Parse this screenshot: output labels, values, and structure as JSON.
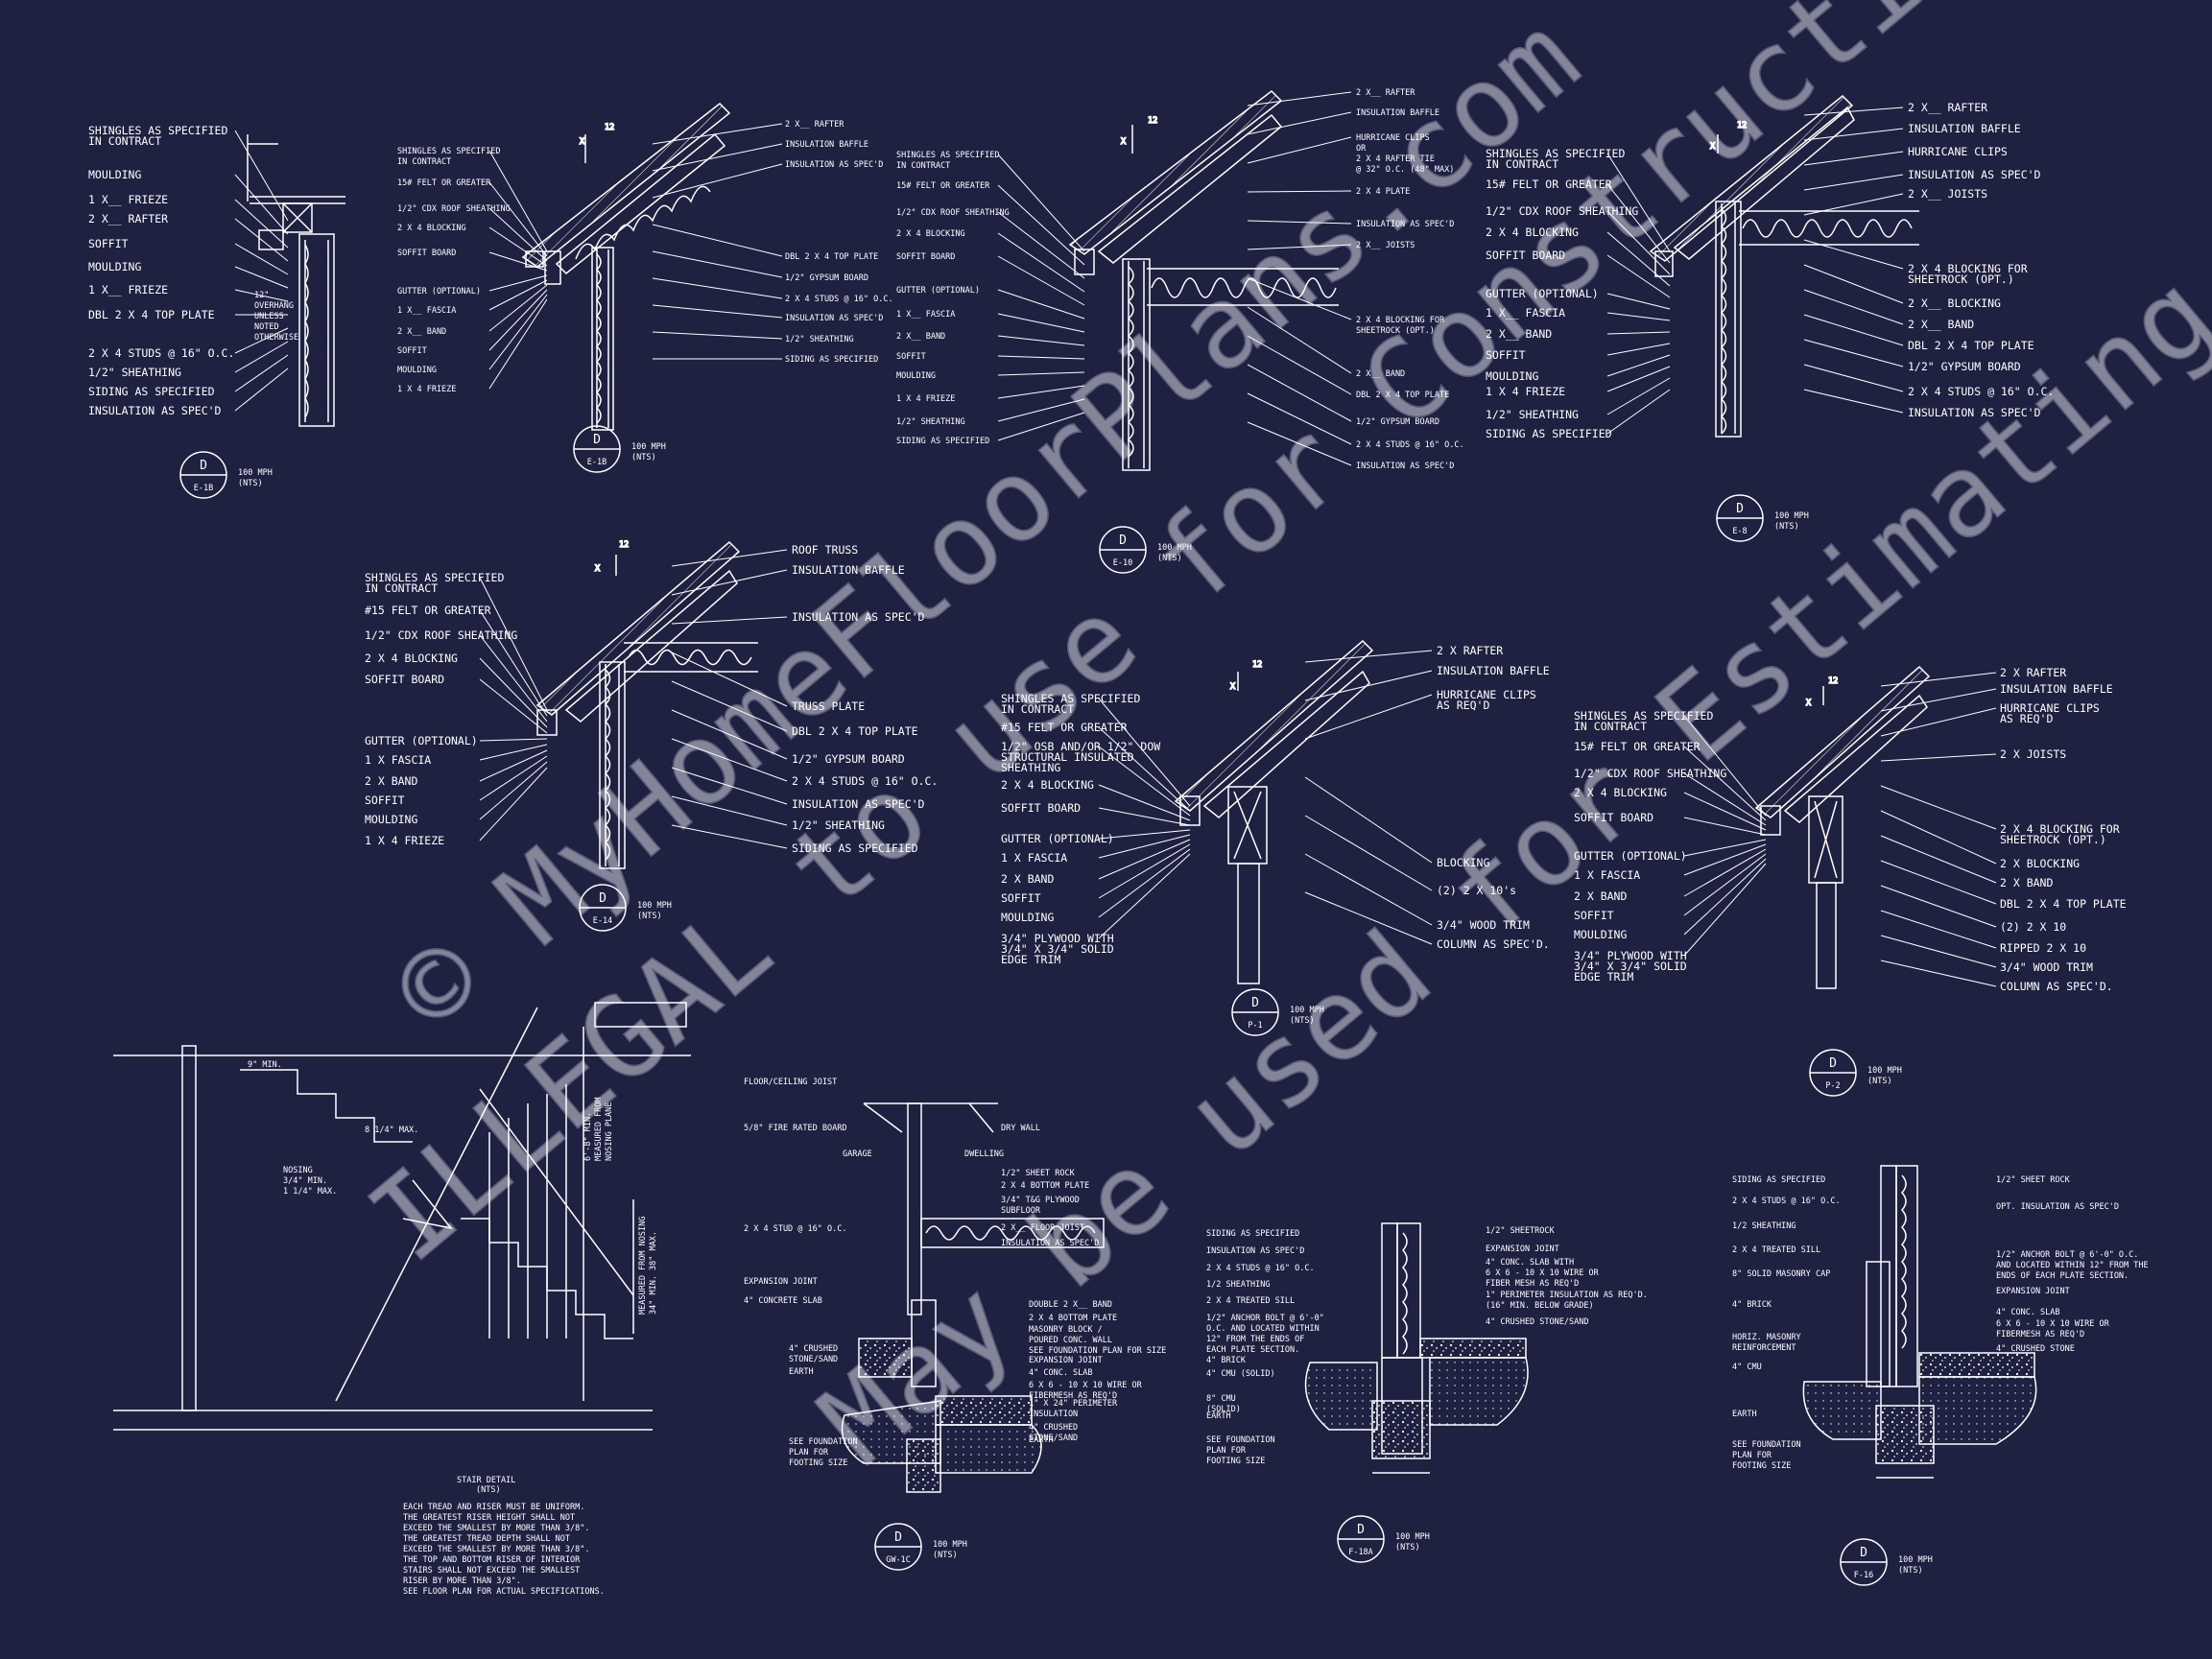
{
  "watermark": {
    "line1": "© MyHomeFloorPlans.com",
    "line2": "ILLEGAL to use for Construction",
    "line3": "May be used for Estimating"
  },
  "details": [
    {
      "id": "E-1B-left",
      "tag_top": "D",
      "tag_bottom": "E-1B",
      "tag_note": "100 MPH\n(NTS)",
      "labels": [
        "SHINGLES AS SPECIFIED\nIN CONTRACT",
        "MOULDING",
        "1 X__ FRIEZE",
        "2 X__ RAFTER",
        "SOFFIT",
        "MOULDING",
        "1 X__ FRIEZE",
        "DBL 2 X 4 TOP PLATE",
        "2 X 4 STUDS @ 16\" O.C.",
        "1/2\" SHEATHING",
        "SIDING AS SPECIFIED",
        "INSULATION AS SPEC'D"
      ],
      "side_note": "12\"\nOVERHANG\nUNLESS\nNOTED\nOTHERWISE"
    },
    {
      "id": "E-1B-right",
      "tag_top": "D",
      "tag_bottom": "E-1B",
      "tag_note": "100 MPH\n(NTS)",
      "left_labels": [
        "SHINGLES AS SPECIFIED\nIN CONTRACT",
        "15# FELT OR GREATER",
        "1/2\" CDX ROOF SHEATHING",
        "2 X 4 BLOCKING",
        "SOFFIT BOARD",
        "GUTTER (OPTIONAL)",
        "1 X__ FASCIA",
        "2 X__ BAND",
        "SOFFIT",
        "MOULDING",
        "1 X 4 FRIEZE"
      ],
      "right_labels": [
        "2 X__ RAFTER",
        "INSULATION BAFFLE",
        "INSULATION AS SPEC'D",
        "DBL 2 X 4 TOP PLATE",
        "1/2\" GYPSUM BOARD",
        "2 X 4 STUDS @ 16\" O.C.",
        "INSULATION AS SPEC'D",
        "1/2\" SHEATHING",
        "SIDING AS SPECIFIED"
      ]
    },
    {
      "id": "E-10",
      "tag_top": "D",
      "tag_bottom": "E-10",
      "tag_note": "100 MPH\n(NTS)",
      "left_labels": [
        "SHINGLES AS SPECIFIED\nIN CONTRACT",
        "15# FELT OR GREATER",
        "1/2\" CDX ROOF SHEATHING",
        "2 X 4 BLOCKING",
        "SOFFIT BOARD",
        "GUTTER (OPTIONAL)",
        "1 X__ FASCIA",
        "2 X__ BAND",
        "SOFFIT",
        "MOULDING",
        "1 X 4 FRIEZE",
        "1/2\" SHEATHING",
        "SIDING AS SPECIFIED"
      ],
      "right_labels": [
        "2 X__ RAFTER",
        "INSULATION BAFFLE",
        "HURRICANE CLIPS\nOR\n2 X 4 RAFTER TIE\n@ 32\" O.C. (48\" MAX)",
        "2 X 4 PLATE",
        "INSULATION AS SPEC'D",
        "2 X__ JOISTS",
        "2 X 4 BLOCKING FOR\nSHEETROCK (OPT.)",
        "2 X__ BAND",
        "DBL 2 X 4 TOP PLATE",
        "1/2\" GYPSUM BOARD",
        "2 X 4 STUDS @ 16\" O.C.",
        "INSULATION AS SPEC'D"
      ]
    },
    {
      "id": "E-8",
      "tag_top": "D",
      "tag_bottom": "E-8",
      "tag_note": "100 MPH\n(NTS)",
      "left_labels": [
        "SHINGLES AS SPECIFIED\nIN CONTRACT",
        "15# FELT OR GREATER",
        "1/2\" CDX ROOF SHEATHING",
        "2 X 4 BLOCKING",
        "SOFFIT BOARD",
        "GUTTER (OPTIONAL)",
        "1 X__ FASCIA",
        "2 X__ BAND",
        "SOFFIT",
        "MOULDING",
        "1 X 4 FRIEZE",
        "1/2\" SHEATHING",
        "SIDING AS SPECIFIED"
      ],
      "right_labels": [
        "2 X__ RAFTER",
        "INSULATION BAFFLE",
        "HURRICANE CLIPS",
        "INSULATION AS SPEC'D",
        "2 X__ JOISTS",
        "2 X 4 BLOCKING FOR\nSHEETROCK (OPT.)",
        "2 X__ BLOCKING",
        "2 X__ BAND",
        "DBL 2 X 4 TOP PLATE",
        "1/2\" GYPSUM BOARD",
        "2 X 4 STUDS @ 16\" O.C.",
        "INSULATION AS SPEC'D"
      ]
    },
    {
      "id": "E-14",
      "tag_top": "D",
      "tag_bottom": "E-14",
      "tag_note": "100 MPH\n(NTS)",
      "left_labels": [
        "SHINGLES AS SPECIFIED\nIN CONTRACT",
        "#15 FELT OR GREATER",
        "1/2\" CDX ROOF SHEATHING",
        "2 X 4 BLOCKING",
        "SOFFIT BOARD",
        "GUTTER (OPTIONAL)",
        "1 X FASCIA",
        "2 X BAND",
        "SOFFIT",
        "MOULDING",
        "1 X 4 FRIEZE"
      ],
      "right_labels": [
        "ROOF TRUSS",
        "INSULATION BAFFLE",
        "INSULATION AS SPEC'D",
        "TRUSS PLATE",
        "DBL 2 X 4 TOP PLATE",
        "1/2\" GYPSUM BOARD",
        "2 X 4 STUDS @ 16\" O.C.",
        "INSULATION AS SPEC'D",
        "1/2\" SHEATHING",
        "SIDING AS SPECIFIED"
      ]
    },
    {
      "id": "P-1",
      "tag_top": "D",
      "tag_bottom": "P-1",
      "tag_note": "100 MPH\n(NTS)",
      "left_labels": [
        "SHINGLES AS SPECIFIED\nIN CONTRACT",
        "#15 FELT OR GREATER",
        "1/2\" OSB AND/OR 1/2\" DOW\nSTRUCTURAL INSULATED\nSHEATHING",
        "2 X 4 BLOCKING",
        "SOFFIT BOARD",
        "GUTTER (OPTIONAL)",
        "1 X FASCIA",
        "2 X BAND",
        "SOFFIT",
        "MOULDING",
        "3/4\" PLYWOOD WITH\n3/4\" X 3/4\" SOLID\nEDGE TRIM"
      ],
      "right_labels": [
        "2 X RAFTER",
        "INSULATION BAFFLE",
        "HURRICANE CLIPS\nAS REQ'D",
        "BLOCKING",
        "(2) 2 X 10's",
        "3/4\" WOOD TRIM",
        "COLUMN AS SPEC'D."
      ]
    },
    {
      "id": "P-2",
      "tag_top": "D",
      "tag_bottom": "P-2",
      "tag_note": "100 MPH\n(NTS)",
      "left_labels": [
        "SHINGLES AS SPECIFIED\nIN CONTRACT",
        "15# FELT OR GREATER",
        "1/2\" CDX ROOF SHEATHING",
        "2 X 4 BLOCKING",
        "SOFFIT BOARD",
        "GUTTER (OPTIONAL)",
        "1 X FASCIA",
        "2 X BAND",
        "SOFFIT",
        "MOULDING",
        "3/4\" PLYWOOD WITH\n3/4\" X 3/4\" SOLID\nEDGE TRIM"
      ],
      "right_labels": [
        "2 X RAFTER",
        "INSULATION BAFFLE",
        "HURRICANE CLIPS\nAS REQ'D",
        "2 X JOISTS",
        "2 X 4 BLOCKING FOR\nSHEETROCK (OPT.)",
        "2 X BLOCKING",
        "2 X BAND",
        "DBL 2 X 4 TOP PLATE",
        "(2) 2 X 10",
        "RIPPED 2 X 10",
        "3/4\" WOOD TRIM",
        "COLUMN AS SPEC'D."
      ]
    },
    {
      "id": "STAIR",
      "title": "STAIR DETAIL",
      "subtitle": "(NTS)",
      "labels": [
        "9\" MIN.",
        "NOSING\n3/4\" MIN.\n1 1/4\" MAX.",
        "8 1/4\" MAX.",
        "6'-8\" MIN.\nMEASURED FROM\nNOSING PLANE",
        "MEASURED FROM NOSING\n34\" MIN. 38\" MAX."
      ],
      "notes": "EACH TREAD AND RISER MUST BE UNIFORM.\nTHE GREATEST RISER HEIGHT SHALL NOT\nEXCEED THE SMALLEST BY MORE THAN 3/8\".\nTHE GREATEST TREAD DEPTH SHALL NOT\nEXCEED THE SMALLEST BY MORE THAN 3/8\".\nTHE TOP AND BOTTOM RISER OF INTERIOR\nSTAIRS SHALL NOT EXCEED THE SMALLEST\nRISER BY MORE THAN 3/8\".\nSEE FLOOR PLAN FOR ACTUAL SPECIFICATIONS."
    },
    {
      "id": "GW-1C",
      "tag_top": "D",
      "tag_bottom": "GW-1C",
      "tag_note": "100 MPH\n(NTS)",
      "labels": [
        "FLOOR/CEILING JOIST",
        "5/8\" FIRE RATED BOARD",
        "DRY WALL",
        "GARAGE",
        "DWELLING",
        "1/2\" SHEET ROCK",
        "2 X 4 BOTTOM PLATE",
        "3/4\" T&G PLYWOOD\nSUBFLOOR",
        "2 X__ FLOOR JOIST",
        "INSULATION AS SPEC'D",
        "2 X 4 STUD @ 16\" O.C.",
        "EXPANSION JOINT",
        "4\" CONCRETE SLAB",
        "DOUBLE 2 X__ BAND",
        "2 X 4 BOTTOM PLATE",
        "MASONRY BLOCK /\nPOURED CONC. WALL\nSEE FOUNDATION PLAN FOR SIZE",
        "EXPANSION JOINT",
        "4\" CONC. SLAB",
        "6 X 6 - 10 X 10 WIRE OR\nFIBERMESH AS REQ'D",
        "1\" X 24\" PERIMETER\nINSULATION",
        "4\" CRUSHED\nSTONE/SAND",
        "4\" CRUSHED\nSTONE/SAND",
        "EARTH",
        "EARTH",
        "SEE FOUNDATION\nPLAN FOR\nFOOTING SIZE"
      ]
    },
    {
      "id": "F-18A",
      "tag_top": "D",
      "tag_bottom": "F-18A",
      "tag_note": "100 MPH\n(NTS)",
      "labels": [
        "SIDING AS SPECIFIED",
        "INSULATION AS SPEC'D",
        "2 X 4 STUDS @ 16\" O.C.",
        "1/2 SHEATHING",
        "2 X 4 TREATED SILL",
        "1/2\" ANCHOR BOLT @ 6'-0\"\nO.C. AND LOCATED WITHIN\n12\" FROM THE ENDS OF\nEACH PLATE SECTION.",
        "4\" BRICK",
        "4\" CMU (SOLID)",
        "8\" CMU\n(SOLID)",
        "EARTH",
        "SEE FOUNDATION\nPLAN FOR\nFOOTING SIZE",
        "1/2\" SHEETROCK",
        "EXPANSION JOINT",
        "4\" CONC. SLAB WITH\n6 X 6 - 10 X 10 WIRE OR\nFIBER MESH AS REQ'D",
        "1\" PERIMETER INSULATION AS REQ'D.\n(16\" MIN. BELOW GRADE)",
        "4\" CRUSHED STONE/SAND"
      ]
    },
    {
      "id": "F-16",
      "tag_top": "D",
      "tag_bottom": "F-16",
      "tag_note": "100 MPH\n(NTS)",
      "labels": [
        "SIDING AS SPECIFIED",
        "2 X 4 STUDS @ 16\" O.C.",
        "1/2 SHEATHING",
        "2 X 4 TREATED SILL",
        "8\" SOLID MASONRY CAP",
        "4\" BRICK",
        "HORIZ. MASONRY\nREINFORCEMENT",
        "4\" CMU",
        "EARTH",
        "SEE FOUNDATION\nPLAN FOR\nFOOTING SIZE",
        "1/2\" SHEET ROCK",
        "OPT. INSULATION AS SPEC'D",
        "1/2\" ANCHOR BOLT @ 6'-0\" O.C.\nAND LOCATED WITHIN 12\" FROM THE\nENDS OF EACH PLATE SECTION.",
        "EXPANSION JOINT",
        "4\" CONC. SLAB",
        "6 X 6 - 10 X 10 WIRE OR\nFIBERMESH AS REQ'D",
        "4\" CRUSHED STONE"
      ]
    }
  ]
}
